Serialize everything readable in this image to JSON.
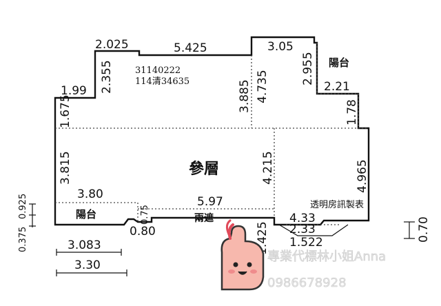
{
  "codes": {
    "line1": "31140222",
    "line2": "114清34635"
  },
  "rooms": {
    "main": "參層",
    "balcony_right": "陽台",
    "balcony_left": "陽台",
    "corridor": "兩遮",
    "note": "透明房訊製表"
  },
  "dims": {
    "d_2_025": "2.025",
    "d_5_425": "5.425",
    "d_3_05": "3.05",
    "d_2_355": "2.355",
    "d_1_99": "1.99",
    "d_1_675": "1.675",
    "d_3_885": "3.885",
    "d_4_735": "4.735",
    "d_2_955": "2.955",
    "d_2_21": "2.21",
    "d_1_78": "1.78",
    "d_3_815": "3.815",
    "d_4_215": "4.215",
    "d_4_965": "4.965",
    "d_3_80": "3.80",
    "d_5_97": "5.97",
    "d_0_75": "0.75",
    "d_0_80": "0.80",
    "d_1_425": "1.425",
    "d_4_33": "4.33",
    "d_2_33": "2.33",
    "d_1_522": "1.522",
    "d_0_375": "0.375",
    "d_0_925": "0.925",
    "d_3_083": "3.083",
    "d_3_30": "3.30",
    "d_0_70": "0.70"
  },
  "watermark": {
    "agent": "專業代標林小姐Anna",
    "phone": "0986678928"
  }
}
